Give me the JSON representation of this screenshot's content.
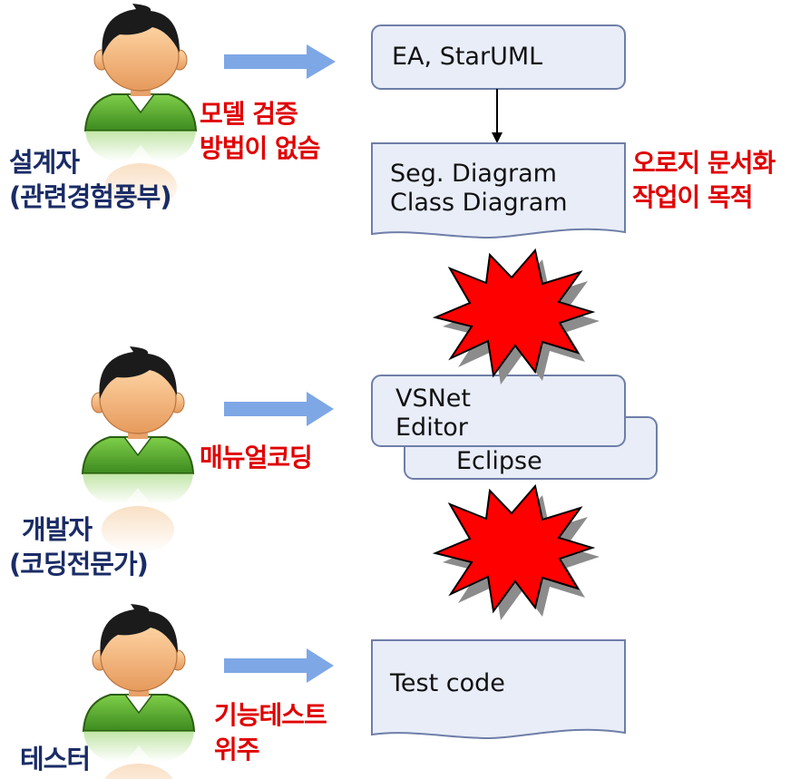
{
  "actors": [
    {
      "role_line1": "설계자",
      "role_line2": "(관련경험풍부)",
      "note_line1": "모델 검증",
      "note_line2": "방법이 없슴"
    },
    {
      "role_line1": "개발자",
      "role_line2": "(코딩전문가)",
      "note_line1": "매뉴얼코딩",
      "note_line2": ""
    },
    {
      "role_line1": "테스터",
      "role_line2": "",
      "note_line1": "기능테스트",
      "note_line2": "위주"
    }
  ],
  "tools": {
    "design_tool": "EA, StarUML",
    "design_doc_line1": "Seg. Diagram",
    "design_doc_line2": "Class Diagram",
    "design_note_line1": "오로지 문서화",
    "design_note_line2": "작업이 목적",
    "dev_tool_front_line1": "VSNet",
    "dev_tool_front_line2": "Editor",
    "dev_tool_back": "Eclipse",
    "test_doc": "Test code"
  },
  "colors": {
    "box_fill": "#e8edf8",
    "box_stroke": "#6f7ea8",
    "arrow": "#7ea7e6",
    "burst_fill": "#ff0000",
    "burst_shadow": "#8c8c8c",
    "note_red": "#e00000",
    "role_navy": "#1a2c66",
    "shirt_green": "#4f9a2a",
    "skin": "#f3b27a"
  }
}
